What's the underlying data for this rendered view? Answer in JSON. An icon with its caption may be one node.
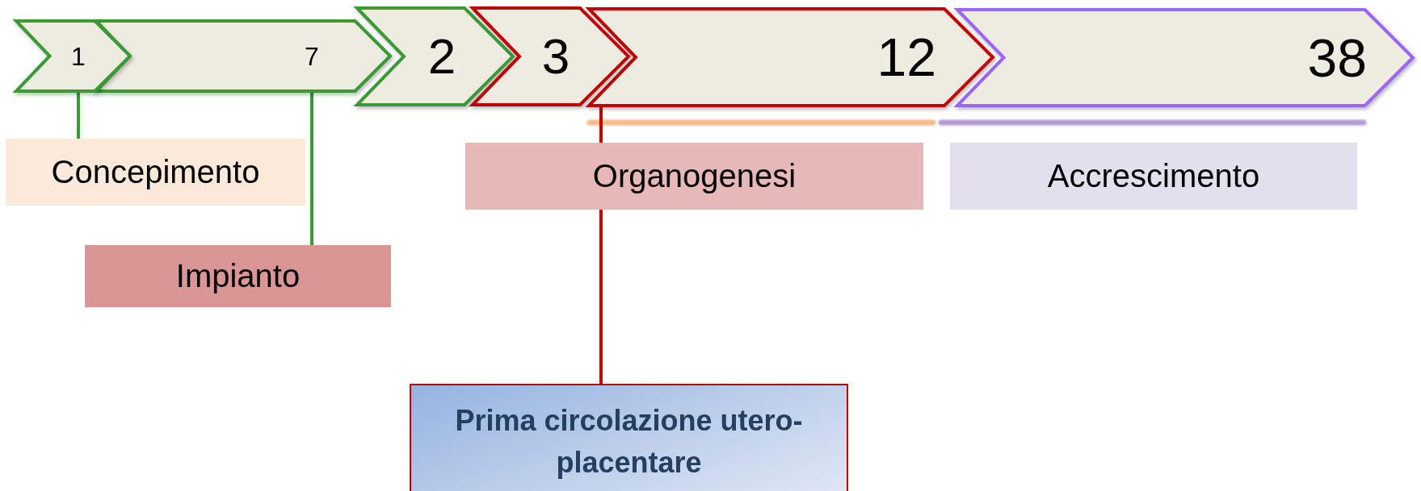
{
  "diagram": {
    "nodes": [
      {
        "text": [
          "1"
        ]
      },
      {
        "text": [
          "7"
        ]
      },
      {
        "text": [
          "2"
        ]
      },
      {
        "text": [
          "3"
        ]
      },
      {
        "text": [
          "12"
        ]
      },
      {
        "text": [
          "38"
        ]
      },
      {
        "text": [
          "Concepimento"
        ]
      },
      {
        "text": [
          "Impianto"
        ]
      },
      {
        "text": [
          "Organogenesi"
        ]
      },
      {
        "text": [
          "Accrescimento"
        ]
      },
      {
        "text": [
          "Prima circolazione utero-placentare"
        ]
      }
    ],
    "edges": [
      {
        "from": 0,
        "to": 6,
        "arrow": "none",
        "color": "#3a9a35"
      },
      {
        "from": 1,
        "to": 7,
        "arrow": "none",
        "color": "#3a9a35"
      },
      {
        "from": 4,
        "to": 8,
        "arrow": "none",
        "color": "#c00000"
      },
      {
        "from": 8,
        "to": 10,
        "arrow": "none",
        "color": "#c00000"
      }
    ]
  }
}
